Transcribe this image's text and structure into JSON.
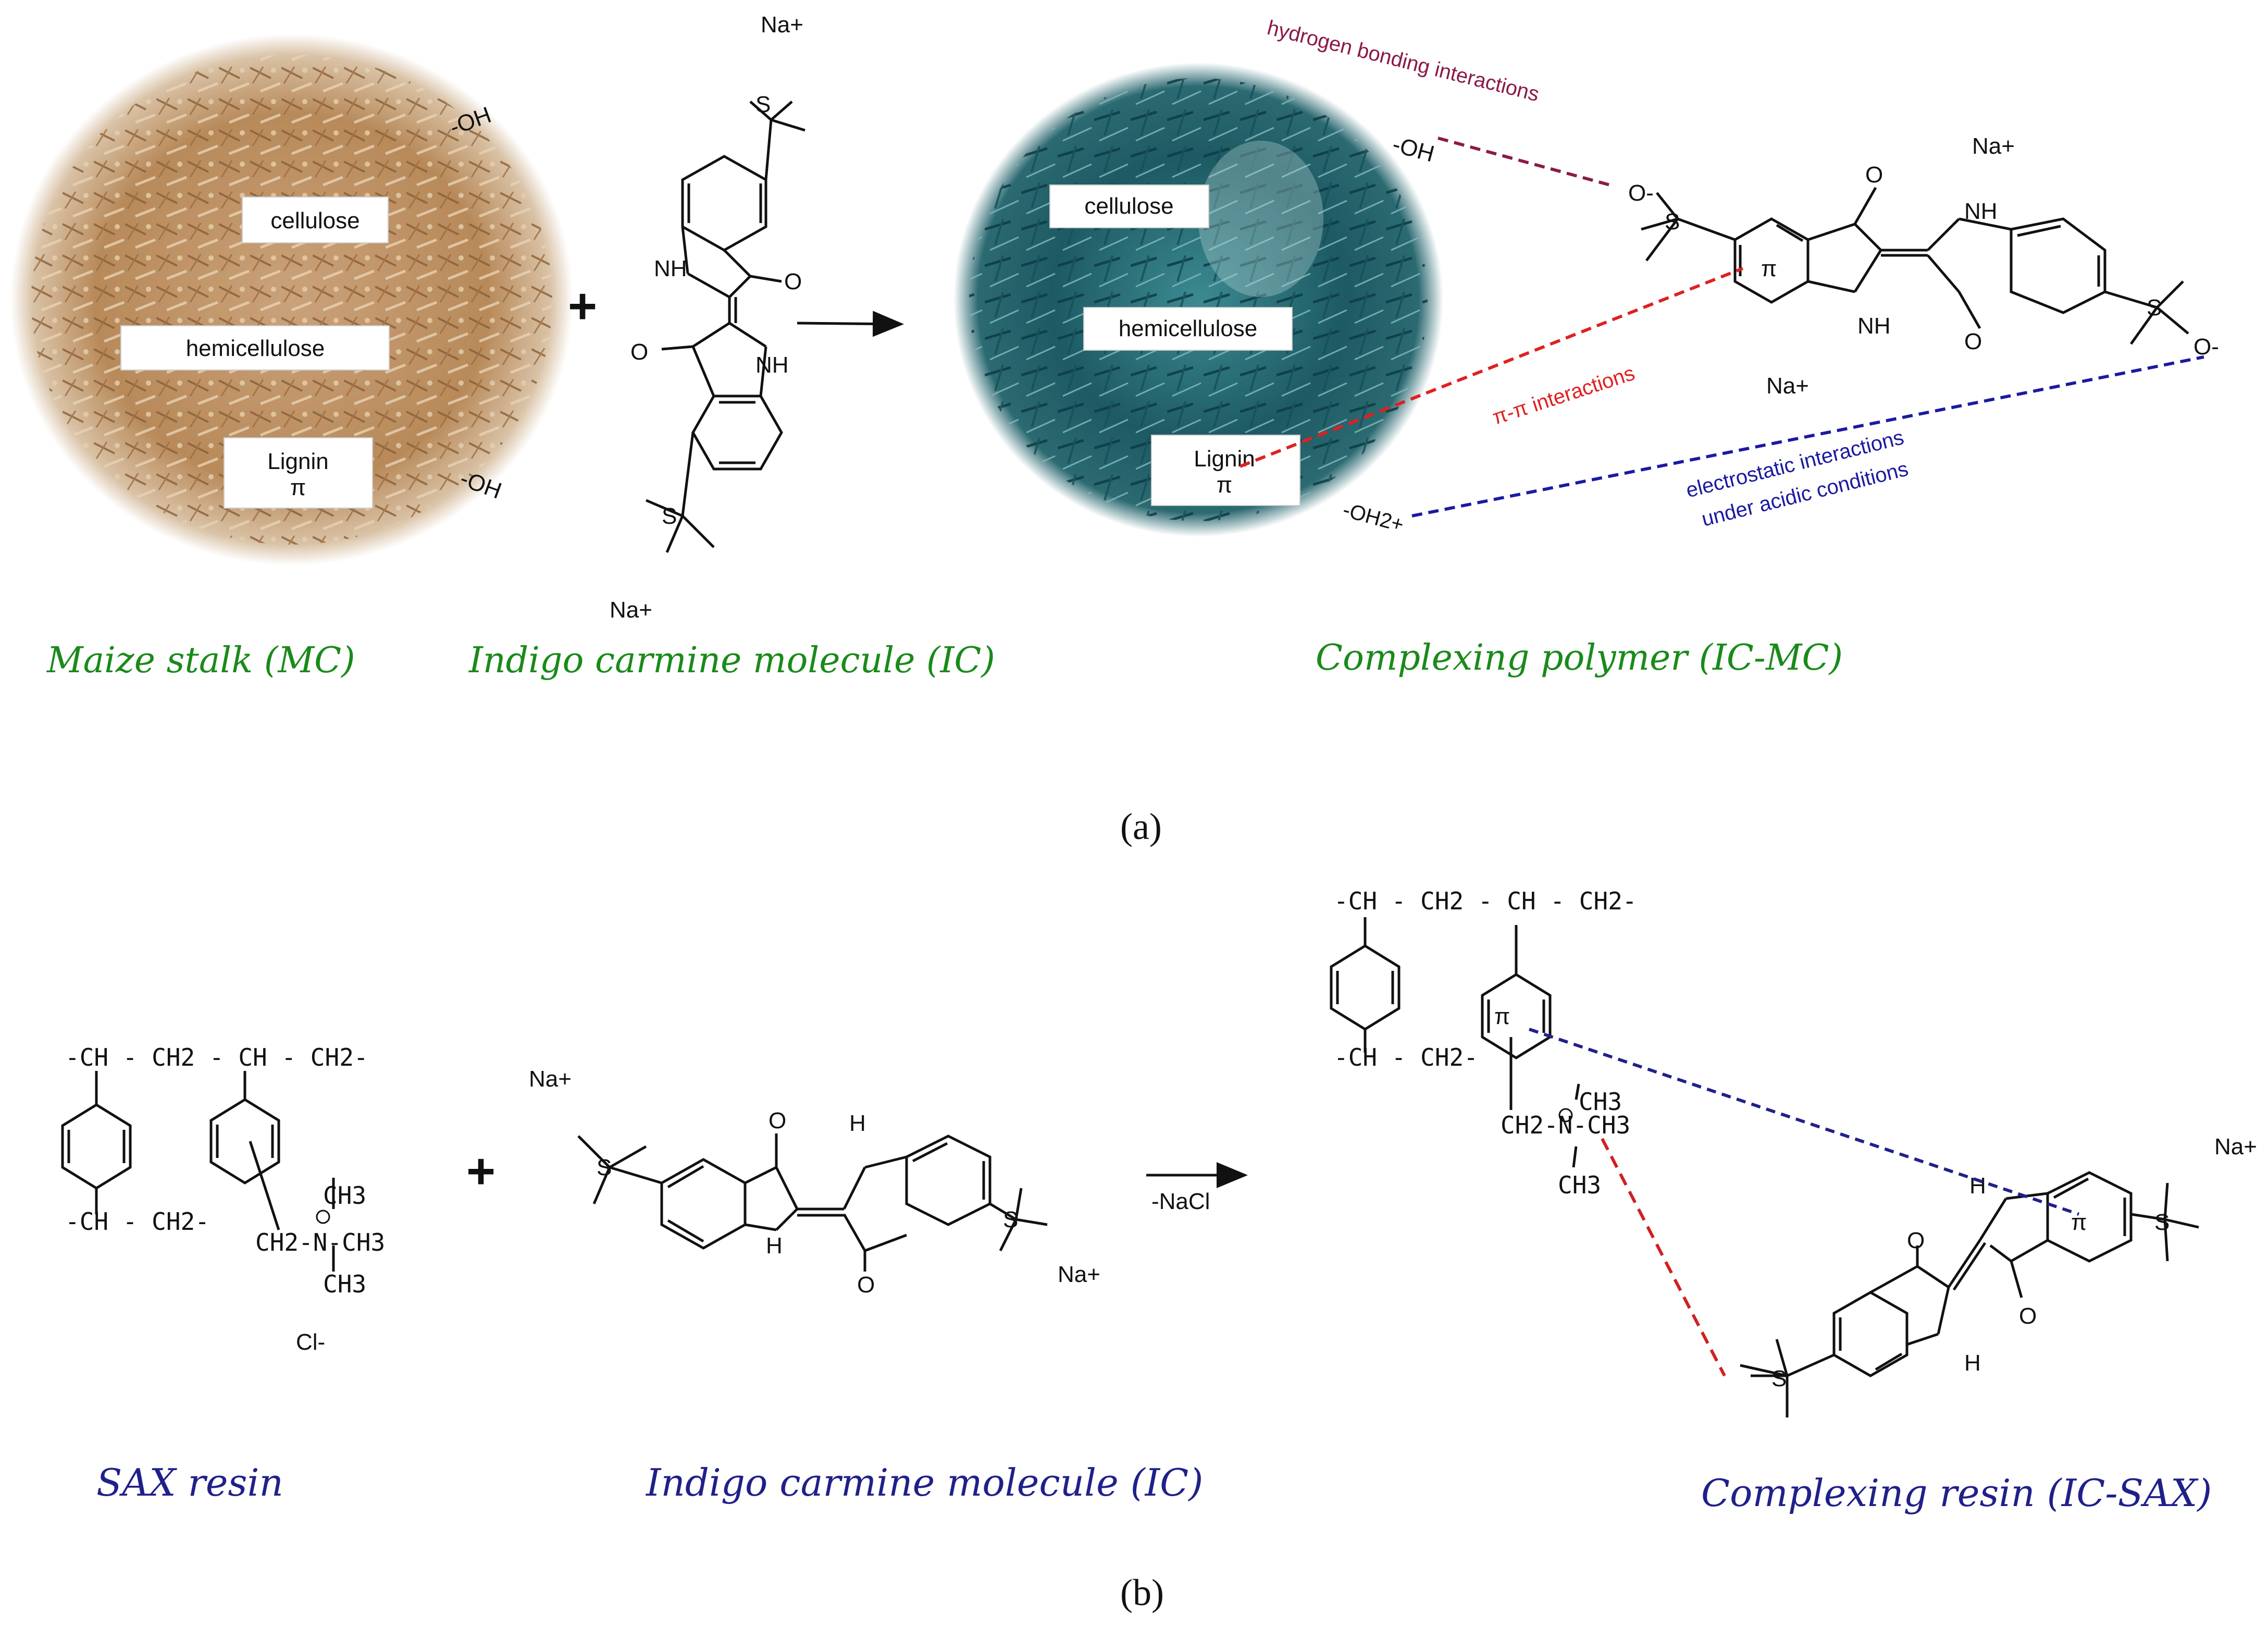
{
  "panel_a": {
    "labels": {
      "maize": "Maize stalk (MC)",
      "ic": "Indigo carmine molecule (IC)",
      "complex": "Complexing polymer (IC-MC)",
      "caption": "(a)"
    },
    "boxes": {
      "cellulose": "cellulose",
      "hemicellulose": "hemicellulose",
      "lignin": "Lignin",
      "pi": "π"
    },
    "oh_top": "-OH",
    "oh_bottom": "-OH",
    "oh_complex": "-OH",
    "oh2_complex": "-OH2+",
    "plus": "+",
    "na": "Na+",
    "nh": "NH",
    "h": "H",
    "o": "O",
    "s": "S",
    "o_minus": "O-",
    "interactions": {
      "hbond": "hydrogen bonding interactions",
      "pipi": "π-π interactions",
      "electro_1": "electrostatic interactions",
      "electro_2": "under acidic conditions"
    },
    "colors": {
      "hbond": "#8b1a4a",
      "pipi": "#e02020",
      "electro": "#1a1aa0",
      "green": "#1a8a1a"
    }
  },
  "panel_b": {
    "labels": {
      "sax": "SAX resin",
      "ic": "Indigo carmine molecule (IC)",
      "complex": "Complexing resin (IC-SAX)",
      "caption": "(b)"
    },
    "resin": {
      "chain_top": "-CH - CH2 - CH - CH2-",
      "chain_bottom": "-CH - CH2-",
      "ch2n": "CH2-N-CH3",
      "ch3": "CH3",
      "cl": "Cl-"
    },
    "complex_resin": {
      "chain_top": "-CH - CH2 - CH - CH2-",
      "chain_bottom": "-CH - CH2-",
      "ch2n": "CH2-N-CH3",
      "ch3": "CH3",
      "pi": "π"
    },
    "plus": "+",
    "reaction": "-NaCl",
    "na": "Na+",
    "colors": {
      "blue": "#20208a",
      "red": "#d02020"
    }
  }
}
